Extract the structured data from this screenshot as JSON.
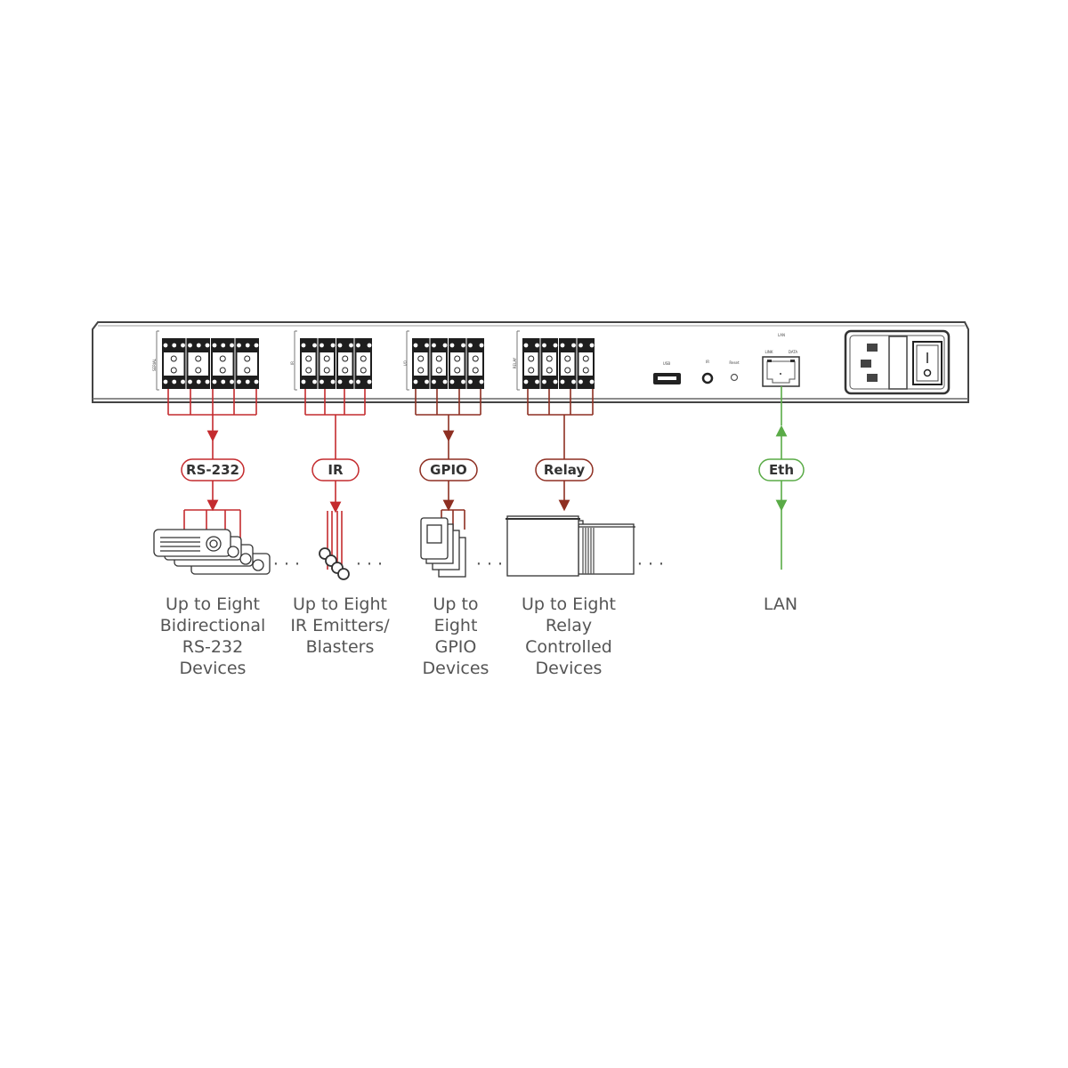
{
  "colors": {
    "red": "#c42b2e",
    "dark_red": "#8e2f22",
    "green": "#5aab47",
    "panel": "#333333"
  },
  "panel": {
    "serial_label": "SERIAL",
    "ir_label": "IR",
    "io_label": "I/O",
    "relay_label": "RELAY",
    "usb_label": "USB",
    "ir_jack_label": "IR",
    "reset_label": "Reset",
    "lan_label": "LAN",
    "link_label": "LINK",
    "data_label": "DATA"
  },
  "pills": {
    "rs232": "RS-232",
    "ir": "IR",
    "gpio": "GPIO",
    "relay": "Relay",
    "eth": "Eth"
  },
  "captions": {
    "rs232": [
      "Up to Eight",
      "Bidirectional",
      "RS-232",
      "Devices"
    ],
    "ir": [
      "Up to Eight",
      "IR Emitters/",
      "Blasters"
    ],
    "gpio": [
      "Up to",
      "Eight",
      "GPIO",
      "Devices"
    ],
    "relay": [
      "Up to Eight",
      "Relay",
      "Controlled",
      "Devices"
    ],
    "lan": [
      "LAN"
    ]
  },
  "ellipsis": "· · ·"
}
